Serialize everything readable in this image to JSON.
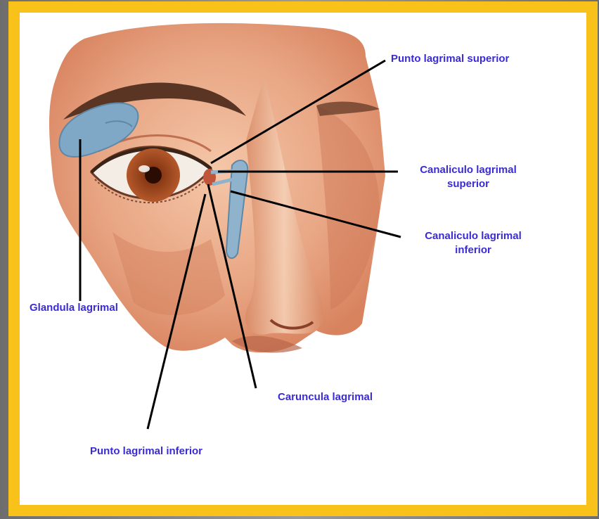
{
  "labels": {
    "punto_superior": "Punto lagrimal superior",
    "canaliculo_superior_1": "Canaliculo lagrimal",
    "canaliculo_superior_2": "superior",
    "canaliculo_inferior_1": "Canaliculo lagrimal",
    "canaliculo_inferior_2": "inferior",
    "glandula": "Glandula lagrimal",
    "caruncula": "Caruncula lagrimal",
    "punto_inferior": "Punto lagrimal inferior"
  },
  "colors": {
    "frame_border": "#f9c21a",
    "label_text": "#3a2bd6",
    "skin": "#e5a07e",
    "gland_blue": "#7ea8c6",
    "iris": "#a1481e"
  }
}
